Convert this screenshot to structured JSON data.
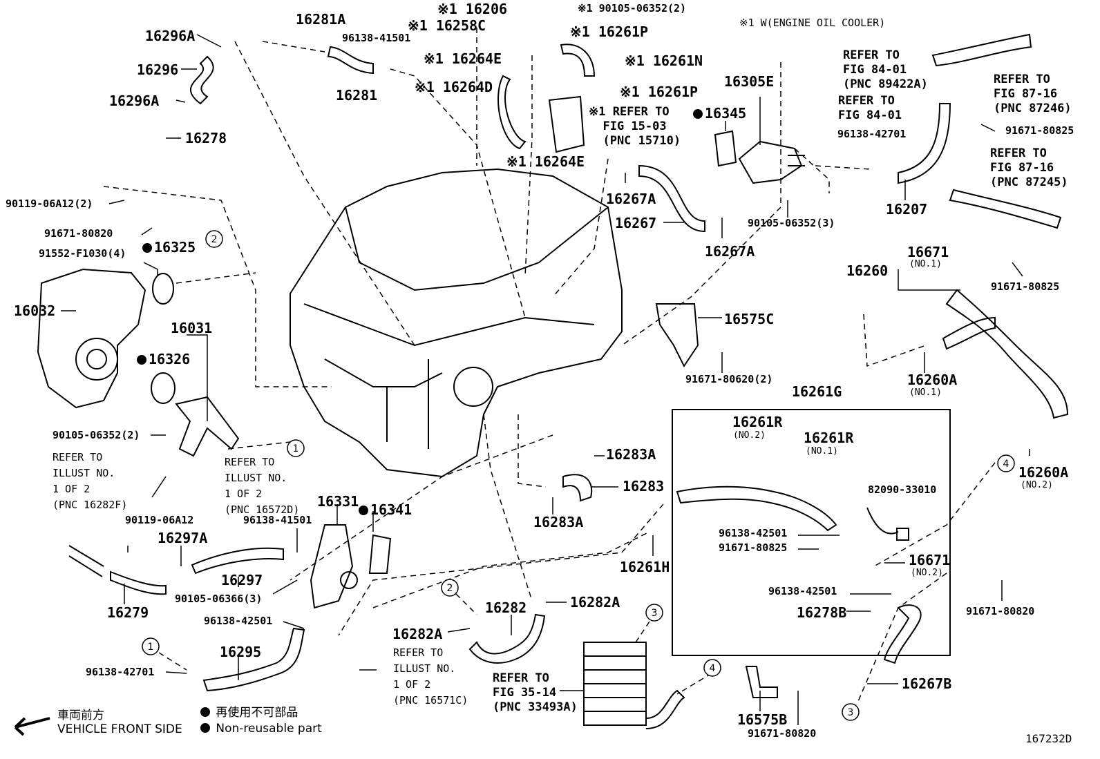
{
  "header_note": "※1 W(ENGINE OIL COOLER)",
  "figure_id": "167232D",
  "legend": {
    "front_jp": "車両前方",
    "front_en": "VEHICLE FRONT SIDE",
    "nonreuse_jp": "再使用不可部品",
    "nonreuse_en": "Non-reusable part"
  },
  "parts": {
    "p16281A": "16281A",
    "p16296A_top": "16296A",
    "p16296": "16296",
    "p16296A_bot": "16296A",
    "p96138_41501_top": "96138-41501",
    "p16281": "16281",
    "p16206": "※1 16206",
    "p16258C": "※1 16258C",
    "p90105_06352_2_top": "※1 90105-06352(2)",
    "p16264E_top": "※1 16264E",
    "p16261P_top": "※1 16261P",
    "p16261N": "※1 16261N",
    "p16264D": "※1 16264D",
    "p16261P_mid": "※1 16261P",
    "p16264E_bot": "※1 16264E",
    "p16278": "16278",
    "p90119_06A12_2": "90119-06A12(2)",
    "p91671_80820_left": "91671-80820",
    "p91552": "91552-F1030(4)",
    "p16325": "16325",
    "p16032": "16032",
    "p16031": "16031",
    "p16326": "16326",
    "p90105_06352_2_left": "90105-06352(2)",
    "p16305E": "16305E",
    "p16345": "16345",
    "p16267A_top": "16267A",
    "p16267": "16267",
    "p16267A_bot": "16267A",
    "p90105_06352_3": "90105-06352(3)",
    "p96138_42701_right": "96138-42701",
    "p16207": "16207",
    "p91671_80825_top": "91671-80825",
    "p16671_no1": "16671",
    "p16671_no1_sub": "(NO.1)",
    "p16260": "16260",
    "p91671_80825_mid": "91671-80825",
    "p16575C": "16575C",
    "p91671_80620": "91671-80620(2)",
    "p16260A_no1": "16260A",
    "p16260A_no1_sub": "(NO.1)",
    "p16261G": "16261G",
    "p16283A_top": "16283A",
    "p16283": "16283",
    "p16283A_bot": "16283A",
    "p16261R_no2": "16261R",
    "p16261R_no2_sub": "(NO.2)",
    "p16261R_no1": "16261R",
    "p16261R_no1_sub": "(NO.1)",
    "p82090": "82090-33010",
    "p96138_42501_box": "96138-42501",
    "p91671_80825_box": "91671-80825",
    "p16671_no2": "16671",
    "p16671_no2_sub": "(NO.2)",
    "p96138_42501_box2": "96138-42501",
    "p16278B": "16278B",
    "p16261H": "16261H",
    "p16260A_no2": "16260A",
    "p16260A_no2_sub": "(NO.2)",
    "p91671_80820_right": "91671-80820",
    "p16267B": "16267B",
    "p16575B": "16575B",
    "p91671_80820_bot": "91671-80820",
    "p16331": "16331",
    "p16341": "16341",
    "p96138_41501_mid": "96138-41501",
    "p90119_06A12": "90119-06A12",
    "p16297A": "16297A",
    "p16297": "16297",
    "p90105_06366": "90105-06366(3)",
    "p16279": "16279",
    "p96138_42501_left": "96138-42501",
    "p16295": "16295",
    "p96138_42701_left": "96138-42701",
    "p16282": "16282",
    "p16282A_top": "16282A",
    "p16282A_bot": "16282A"
  },
  "refs": {
    "r_fig84_a": "REFER TO\nFIG 84-01\n(PNC 89422A)",
    "r_fig84_b": "REFER TO\nFIG 84-01",
    "r_fig87_a": "REFER TO\nFIG 87-16\n(PNC 87246)",
    "r_fig87_b": "REFER TO\nFIG 87-16\n(PNC 87245)",
    "r_fig15": "※1 REFER TO\n  FIG 15-03\n  (PNC 15710)",
    "r_fig35": "REFER TO\nFIG 35-14\n(PNC 33493A)",
    "r_illust_a": "REFER TO\nILLUST NO.\n1 OF 2\n(PNC 16282F)",
    "r_illust_b": "REFER TO\nILLUST NO.\n1 OF 2\n(PNC 16572D)",
    "r_illust_c": "REFER TO\nILLUST NO.\n1 OF 2\n(PNC 16571C)"
  },
  "circles": [
    "1",
    "1",
    "2",
    "2",
    "3",
    "3",
    "4",
    "4"
  ]
}
